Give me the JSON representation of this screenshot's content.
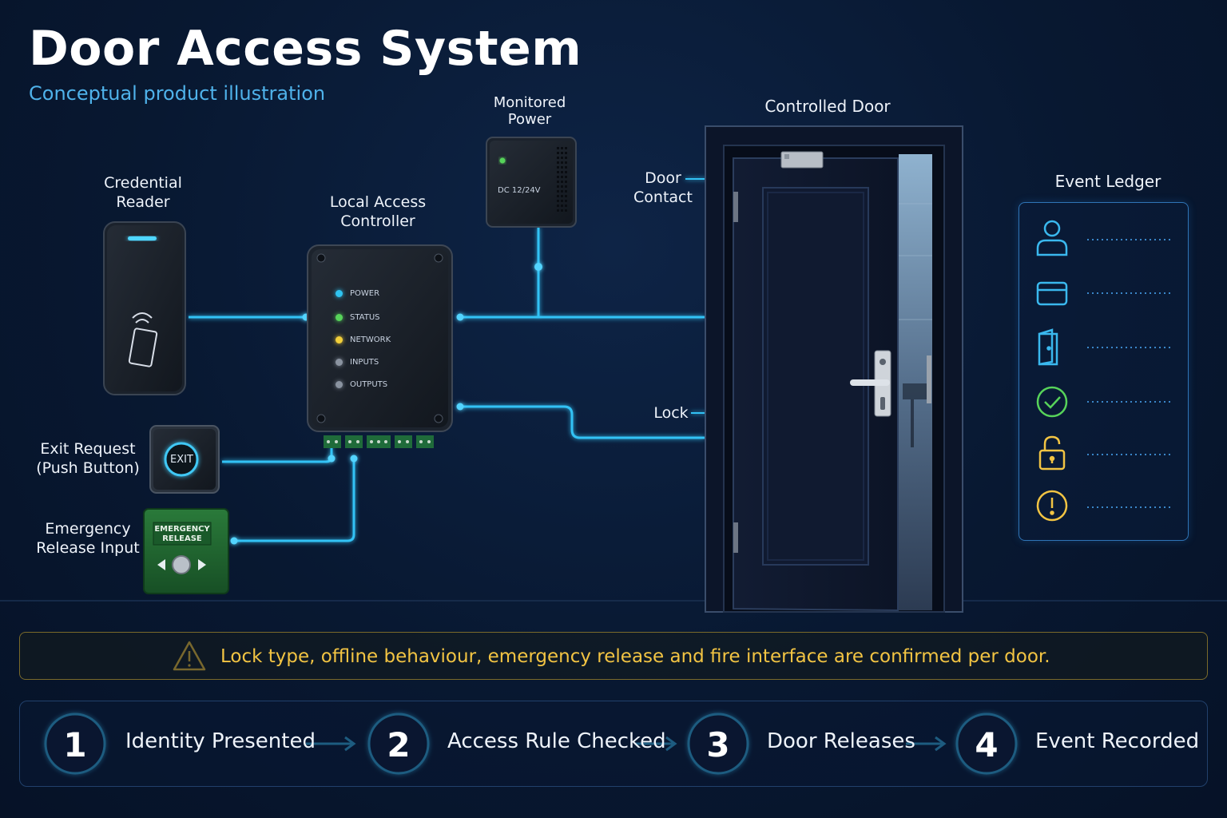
{
  "header": {
    "title": "Door Access System",
    "subtitle": "Conceptual product illustration"
  },
  "components": {
    "credential_reader": {
      "label_line1": "Credential",
      "label_line2": "Reader"
    },
    "controller": {
      "label_line1": "Local Access",
      "label_line2": "Controller",
      "indicators": [
        {
          "label": "POWER",
          "color": "#2fc3f0"
        },
        {
          "label": "STATUS",
          "color": "#57d35a"
        },
        {
          "label": "NETWORK",
          "color": "#f2cf3a"
        },
        {
          "label": "INPUTS",
          "color": "#8a93a0"
        },
        {
          "label": "OUTPUTS",
          "color": "#8a93a0"
        }
      ]
    },
    "power": {
      "label_line1": "Monitored",
      "label_line2": "Power",
      "spec": "DC 12/24V"
    },
    "door": {
      "label": "Controlled Door"
    },
    "door_contact": {
      "label_line1": "Door",
      "label_line2": "Contact"
    },
    "lock": {
      "label": "Lock"
    },
    "exit_request": {
      "label_line1": "Exit Request",
      "label_line2": "(Push Button)",
      "button_text": "EXIT"
    },
    "emergency_release": {
      "label_line1": "Emergency",
      "label_line2": "Release Input",
      "plate_line1": "EMERGENCY",
      "plate_line2": "RELEASE"
    }
  },
  "ledger": {
    "title": "Event Ledger",
    "icons": [
      {
        "icon": "user-icon",
        "color": "#3ab8ee"
      },
      {
        "icon": "card-icon",
        "color": "#3ab8ee"
      },
      {
        "icon": "door-icon",
        "color": "#3ab8ee"
      },
      {
        "icon": "check-circle-icon",
        "color": "#57d35a"
      },
      {
        "icon": "unlock-icon",
        "color": "#f2c443"
      },
      {
        "icon": "alert-circle-icon",
        "color": "#f2c443"
      }
    ]
  },
  "notice": {
    "text": "Lock type, offline behaviour, emergency release and fire interface are confirmed per door.",
    "color": "#f2c443"
  },
  "steps": [
    {
      "number": "1",
      "label": "Identity Presented"
    },
    {
      "number": "2",
      "label": "Access Rule Checked"
    },
    {
      "number": "3",
      "label": "Door Releases"
    },
    {
      "number": "4",
      "label": "Event Recorded"
    }
  ],
  "colors": {
    "accent": "#2fb8f0",
    "background": "#081831",
    "warning": "#f2c443",
    "success": "#57d35a"
  }
}
